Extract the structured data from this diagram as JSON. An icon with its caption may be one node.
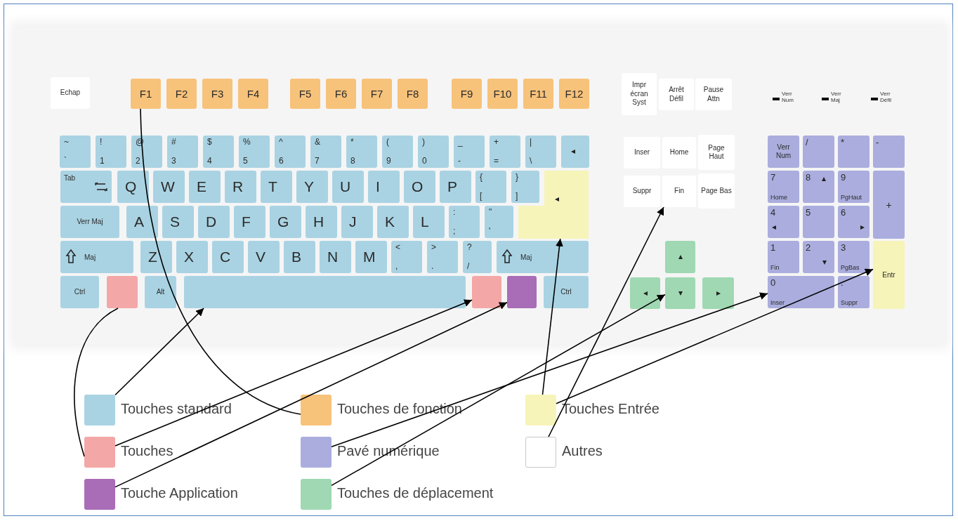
{
  "diagram": {
    "nodes": [
      {
        "text": [
          "Echap"
        ]
      },
      {
        "text": [
          "F1"
        ]
      },
      {
        "text": [
          "F2"
        ]
      },
      {
        "text": [
          "F3"
        ]
      },
      {
        "text": [
          "F4"
        ]
      },
      {
        "text": [
          "F5"
        ]
      },
      {
        "text": [
          "F6"
        ]
      },
      {
        "text": [
          "F7"
        ]
      },
      {
        "text": [
          "F8"
        ]
      },
      {
        "text": [
          "F9"
        ]
      },
      {
        "text": [
          "F10"
        ]
      },
      {
        "text": [
          "F11"
        ]
      },
      {
        "text": [
          "F12"
        ]
      },
      {
        "text": [
          "Impr écran Syst"
        ]
      },
      {
        "text": [
          "Arrêt Défil"
        ]
      },
      {
        "text": [
          "Pause Attn"
        ]
      },
      {
        "text": [
          "~",
          "`"
        ]
      },
      {
        "text": [
          "!",
          "1"
        ]
      },
      {
        "text": [
          "@",
          "2"
        ]
      },
      {
        "text": [
          "#",
          "3"
        ]
      },
      {
        "text": [
          "$",
          "4"
        ]
      },
      {
        "text": [
          "%",
          "5"
        ]
      },
      {
        "text": [
          "^",
          "6"
        ]
      },
      {
        "text": [
          "&",
          "7"
        ]
      },
      {
        "text": [
          "*",
          "8"
        ]
      },
      {
        "text": [
          "(",
          "9"
        ]
      },
      {
        "text": [
          ")",
          "0"
        ]
      },
      {
        "text": [
          "_",
          "-"
        ]
      },
      {
        "text": [
          "+",
          "="
        ]
      },
      {
        "text": [
          "|",
          "\\"
        ]
      },
      {
        "text": [],
        "shape": "box"
      },
      {
        "text": [
          "Inser"
        ]
      },
      {
        "text": [
          "Home"
        ]
      },
      {
        "text": [
          "Page Haut"
        ]
      },
      {
        "text": [
          "Verr Num"
        ]
      },
      {
        "text": [
          "/"
        ]
      },
      {
        "text": [
          "*"
        ]
      },
      {
        "text": [
          "-"
        ]
      },
      {
        "text": [
          "Tab"
        ]
      },
      {
        "text": [
          "Q"
        ]
      },
      {
        "text": [
          "W"
        ]
      },
      {
        "text": [
          "E"
        ]
      },
      {
        "text": [
          "R"
        ]
      },
      {
        "text": [
          "T"
        ]
      },
      {
        "text": [
          "Y"
        ]
      },
      {
        "text": [
          "U"
        ]
      },
      {
        "text": [
          "I"
        ]
      },
      {
        "text": [
          "O"
        ]
      },
      {
        "text": [
          "P"
        ]
      },
      {
        "text": [
          "{",
          "["
        ]
      },
      {
        "text": [
          "}",
          "]"
        ]
      },
      {
        "text": [],
        "shape": "box"
      },
      {
        "text": [
          "Suppr"
        ]
      },
      {
        "text": [
          "Fin"
        ]
      },
      {
        "text": [
          "Page Bas"
        ]
      },
      {
        "text": [
          "7",
          "Home"
        ]
      },
      {
        "text": [
          "8"
        ]
      },
      {
        "text": [
          "9",
          "PgHaut"
        ]
      },
      {
        "text": [
          "+"
        ]
      },
      {
        "text": [
          "Verr Maj"
        ]
      },
      {
        "text": [
          "A"
        ]
      },
      {
        "text": [
          "S"
        ]
      },
      {
        "text": [
          "D"
        ]
      },
      {
        "text": [
          "F"
        ]
      },
      {
        "text": [
          "G"
        ]
      },
      {
        "text": [
          "H"
        ]
      },
      {
        "text": [
          "J"
        ]
      },
      {
        "text": [
          "K"
        ]
      },
      {
        "text": [
          "L"
        ]
      },
      {
        "text": [
          ":",
          ";"
        ]
      },
      {
        "text": [
          "\"",
          "'"
        ]
      },
      {
        "text": [
          "4"
        ]
      },
      {
        "text": [
          "5"
        ]
      },
      {
        "text": [
          "6"
        ]
      },
      {
        "text": [
          "Maj"
        ]
      },
      {
        "text": [
          "Z"
        ]
      },
      {
        "text": [
          "X"
        ]
      },
      {
        "text": [
          "C"
        ]
      },
      {
        "text": [
          "V"
        ]
      },
      {
        "text": [
          "B"
        ]
      },
      {
        "text": [
          "N"
        ]
      },
      {
        "text": [
          "M"
        ]
      },
      {
        "text": [
          "<",
          ","
        ]
      },
      {
        "text": [
          ">",
          "."
        ]
      },
      {
        "text": [
          "?",
          "/"
        ]
      },
      {
        "text": [
          "Maj"
        ]
      },
      {
        "text": [],
        "shape": "box"
      },
      {
        "text": [
          "1",
          "Fin"
        ]
      },
      {
        "text": [
          "2"
        ]
      },
      {
        "text": [
          "3",
          "PgBas"
        ]
      },
      {
        "text": [
          "Entr"
        ]
      },
      {
        "text": [
          "Ctrl"
        ]
      },
      {
        "text": [],
        "shape": "box"
      },
      {
        "text": [
          "Alt"
        ]
      },
      {
        "text": [],
        "shape": "box"
      },
      {
        "text": [],
        "shape": "box"
      },
      {
        "text": [],
        "shape": "box"
      },
      {
        "text": [
          "Ctrl"
        ]
      },
      {
        "text": [],
        "shape": "box"
      },
      {
        "text": [],
        "shape": "box"
      },
      {
        "text": [],
        "shape": "box"
      },
      {
        "text": [
          "0",
          "Inser"
        ]
      },
      {
        "text": [
          ".",
          "Suppr"
        ]
      },
      {
        "text": [],
        "shape": "box"
      },
      {
        "text": [],
        "shape": "box"
      },
      {
        "text": [],
        "shape": "box"
      },
      {
        "text": [],
        "shape": "box"
      },
      {
        "text": [],
        "shape": "box"
      },
      {
        "text": [],
        "shape": "box"
      },
      {
        "text": [],
        "shape": "box"
      },
      {
        "text": [],
        "shape": "box"
      }
    ],
    "edges": [
      {
        "from": 103,
        "to": 94,
        "arrow": "to"
      },
      {
        "from": 104,
        "to": 1,
        "arrow": "none"
      },
      {
        "from": 105,
        "to": 51,
        "arrow": "to"
      },
      {
        "from": 105,
        "to": 90,
        "arrow": "to"
      },
      {
        "from": 106,
        "to": 95,
        "arrow": "to"
      },
      {
        "from": 106,
        "to": 92,
        "arrow": "none"
      },
      {
        "from": 107,
        "to": 101,
        "arrow": "to"
      },
      {
        "from": 108,
        "to": 53,
        "arrow": "to"
      },
      {
        "from": 109,
        "to": 96,
        "arrow": "to"
      },
      {
        "from": 110,
        "to": 99,
        "arrow": "to"
      }
    ],
    "labels": [
      "Verr Num",
      "Verr Maj",
      "Verr Défil"
    ],
    "legend": [
      {
        "text": "Touches standard",
        "color": "#a9d3e3"
      },
      {
        "text": "Touches de fonction",
        "color": "#f7c27a"
      },
      {
        "text": "Touches Entrée",
        "color": "#f6f4b8"
      },
      {
        "text": "Touches",
        "color": "#f4a7a7"
      },
      {
        "text": "Pavé numérique",
        "color": "#aaaddd"
      },
      {
        "text": "Autres",
        "color": "#ffffff"
      },
      {
        "text": "Touche Application",
        "color": "#a96cb6"
      },
      {
        "text": "Touches de déplacement",
        "color": "#9fd8b2"
      }
    ]
  }
}
